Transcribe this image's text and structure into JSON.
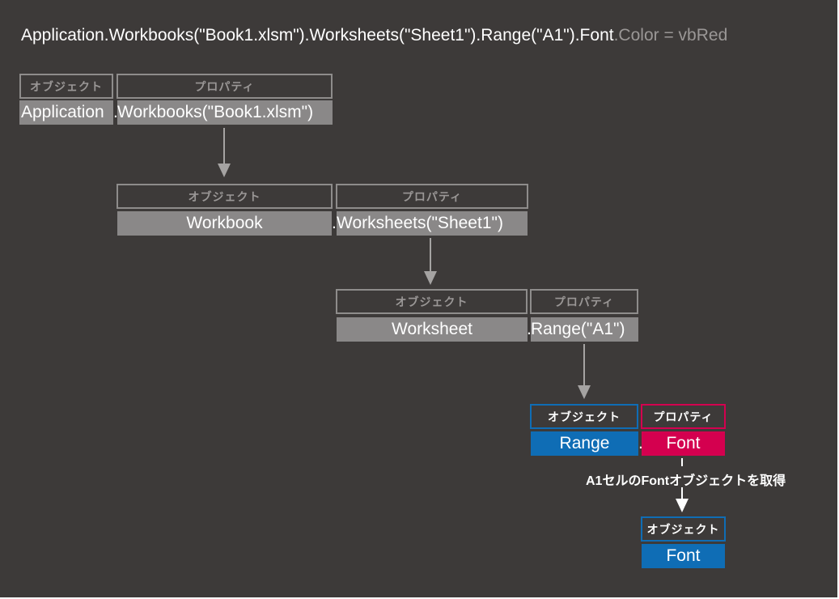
{
  "code_line": {
    "main": "Application.Workbooks(\"Book1.xlsm\").Worksheets(\"Sheet1\").Range(\"A1\").Font",
    "rest": ".Color = vbRed"
  },
  "labels": {
    "object": "オブジェクト",
    "property": "プロパティ"
  },
  "steps": [
    {
      "object": "Application",
      "separator": ".",
      "property": "Workbooks(\"Book1.xlsm\")"
    },
    {
      "object": "Workbook",
      "separator": ".",
      "property": "Worksheets(\"Sheet1\")"
    },
    {
      "object": "Worksheet",
      "separator": ".",
      "property": "Range(\"A1\")"
    },
    {
      "object": "Range",
      "separator": ".",
      "property": "Font"
    }
  ],
  "caption": "A1セルのFontオブジェクトを取得",
  "result": {
    "object": "Font"
  },
  "colors": {
    "background": "#3d3a39",
    "gray_box": "#8a8888",
    "object_blue": "#0f6db5",
    "property_red": "#d4004f"
  }
}
